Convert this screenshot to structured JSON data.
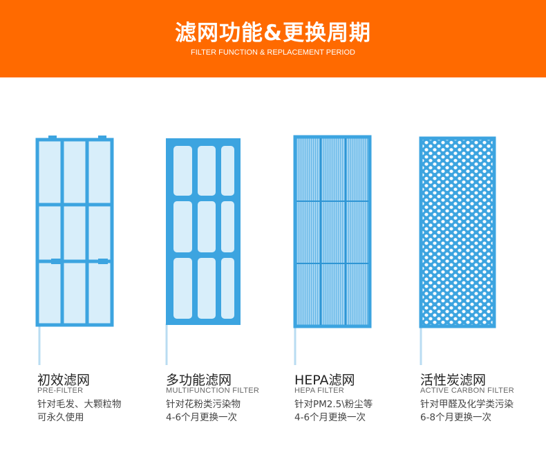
{
  "header": {
    "title": "滤网功能&更换周期",
    "subtitle": "FILTER FUNCTION & REPLACEMENT PERIOD"
  },
  "colors": {
    "header_bg": "#ff6a00",
    "filter_fill": "#cfe9f8",
    "filter_frame": "#3ca4e0"
  },
  "filters": [
    {
      "icon": "pre-filter-grid-icon",
      "name": "初效滤网",
      "en": "PRE-FILTER",
      "desc": [
        "针对毛发、大颗粒物",
        "可永久使用"
      ]
    },
    {
      "icon": "multifunction-filter-grid-icon",
      "name": "多功能滤网",
      "en": "MULTIFUNCTION FILTER",
      "desc": [
        "针对花粉类污染物",
        "4-6个月更换一次"
      ]
    },
    {
      "icon": "hepa-filter-pleated-icon",
      "name": "HEPA滤网",
      "en": "HEPA FILTER",
      "desc": [
        "针对PM2.5\\粉尘等",
        "4-6个月更换一次"
      ]
    },
    {
      "icon": "carbon-filter-honeycomb-icon",
      "name": "活性炭滤网",
      "en": "ACTIVE CARBON FILTER",
      "desc": [
        "针对甲醛及化学类污染",
        "6-8个月更换一次"
      ]
    }
  ]
}
